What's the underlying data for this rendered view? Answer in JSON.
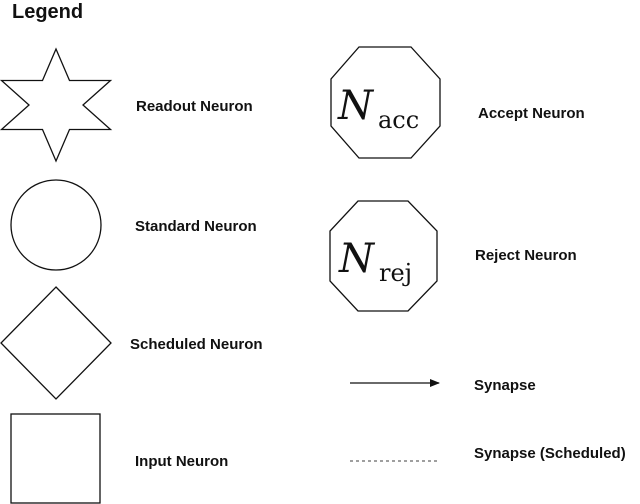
{
  "legend": {
    "title": "Legend",
    "items": {
      "readout": {
        "label": "Readout Neuron",
        "icon": "star-6-point-icon"
      },
      "standard": {
        "label": "Standard Neuron",
        "icon": "circle-icon"
      },
      "scheduled": {
        "label": "Scheduled Neuron",
        "icon": "diamond-icon"
      },
      "input": {
        "label": "Input Neuron",
        "icon": "square-icon"
      },
      "accept": {
        "label": "Accept Neuron",
        "icon": "octagon-icon",
        "symbol_main": "N",
        "symbol_sub": "acc"
      },
      "reject": {
        "label": "Reject Neuron",
        "icon": "octagon-icon",
        "symbol_main": "N",
        "symbol_sub": "rej"
      },
      "synapse": {
        "label": "Synapse",
        "icon": "arrow-icon"
      },
      "synapse_scheduled": {
        "label": "Synapse (Scheduled)",
        "icon": "dashed-line-icon"
      }
    }
  }
}
